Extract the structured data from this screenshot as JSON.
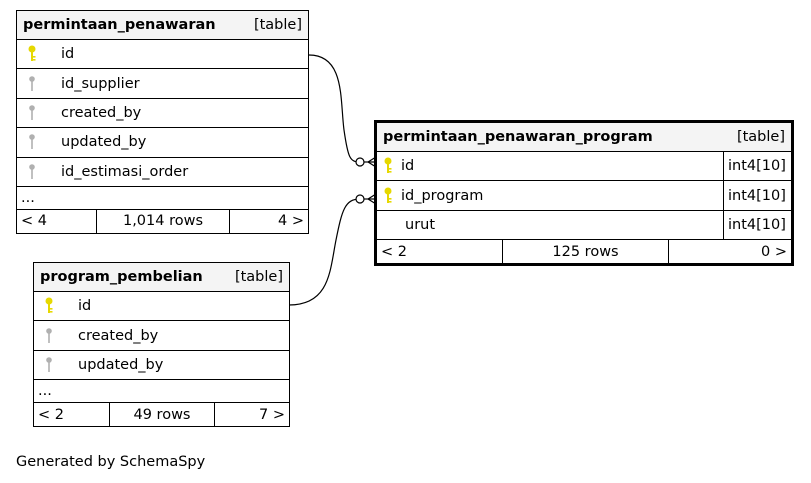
{
  "tables": {
    "permintaan_penawaran": {
      "name": "permintaan_penawaran",
      "tag": "[table]",
      "columns": [
        {
          "name": "id",
          "key": "primary"
        },
        {
          "name": "id_supplier",
          "key": "foreign"
        },
        {
          "name": "created_by",
          "key": "foreign"
        },
        {
          "name": "updated_by",
          "key": "foreign"
        },
        {
          "name": "id_estimasi_order",
          "key": "foreign"
        }
      ],
      "ellipsis": "...",
      "footer": {
        "left": "< 4",
        "middle": "1,014 rows",
        "right": "4 >"
      }
    },
    "program_pembelian": {
      "name": "program_pembelian",
      "tag": "[table]",
      "columns": [
        {
          "name": "id",
          "key": "primary"
        },
        {
          "name": "created_by",
          "key": "foreign"
        },
        {
          "name": "updated_by",
          "key": "foreign"
        }
      ],
      "ellipsis": "...",
      "footer": {
        "left": "< 2",
        "middle": "49 rows",
        "right": "7 >"
      }
    },
    "permintaan_penawaran_program": {
      "name": "permintaan_penawaran_program",
      "tag": "[table]",
      "columns": [
        {
          "name": "id",
          "key": "primary",
          "type": "int4[10]"
        },
        {
          "name": "id_program",
          "key": "primary",
          "type": "int4[10]"
        },
        {
          "name": "urut",
          "key": "none",
          "type": "int4[10]"
        }
      ],
      "footer": {
        "left": "< 2",
        "middle": "125 rows",
        "right": "0 >"
      }
    }
  },
  "footer_text": "Generated by SchemaSpy",
  "colors": {
    "primary_key": "#e6d800",
    "foreign_key": "#b0b0b0",
    "header_bg": "#f4f4f4"
  },
  "icons": {
    "primary": "key-icon",
    "foreign": "key-icon"
  }
}
